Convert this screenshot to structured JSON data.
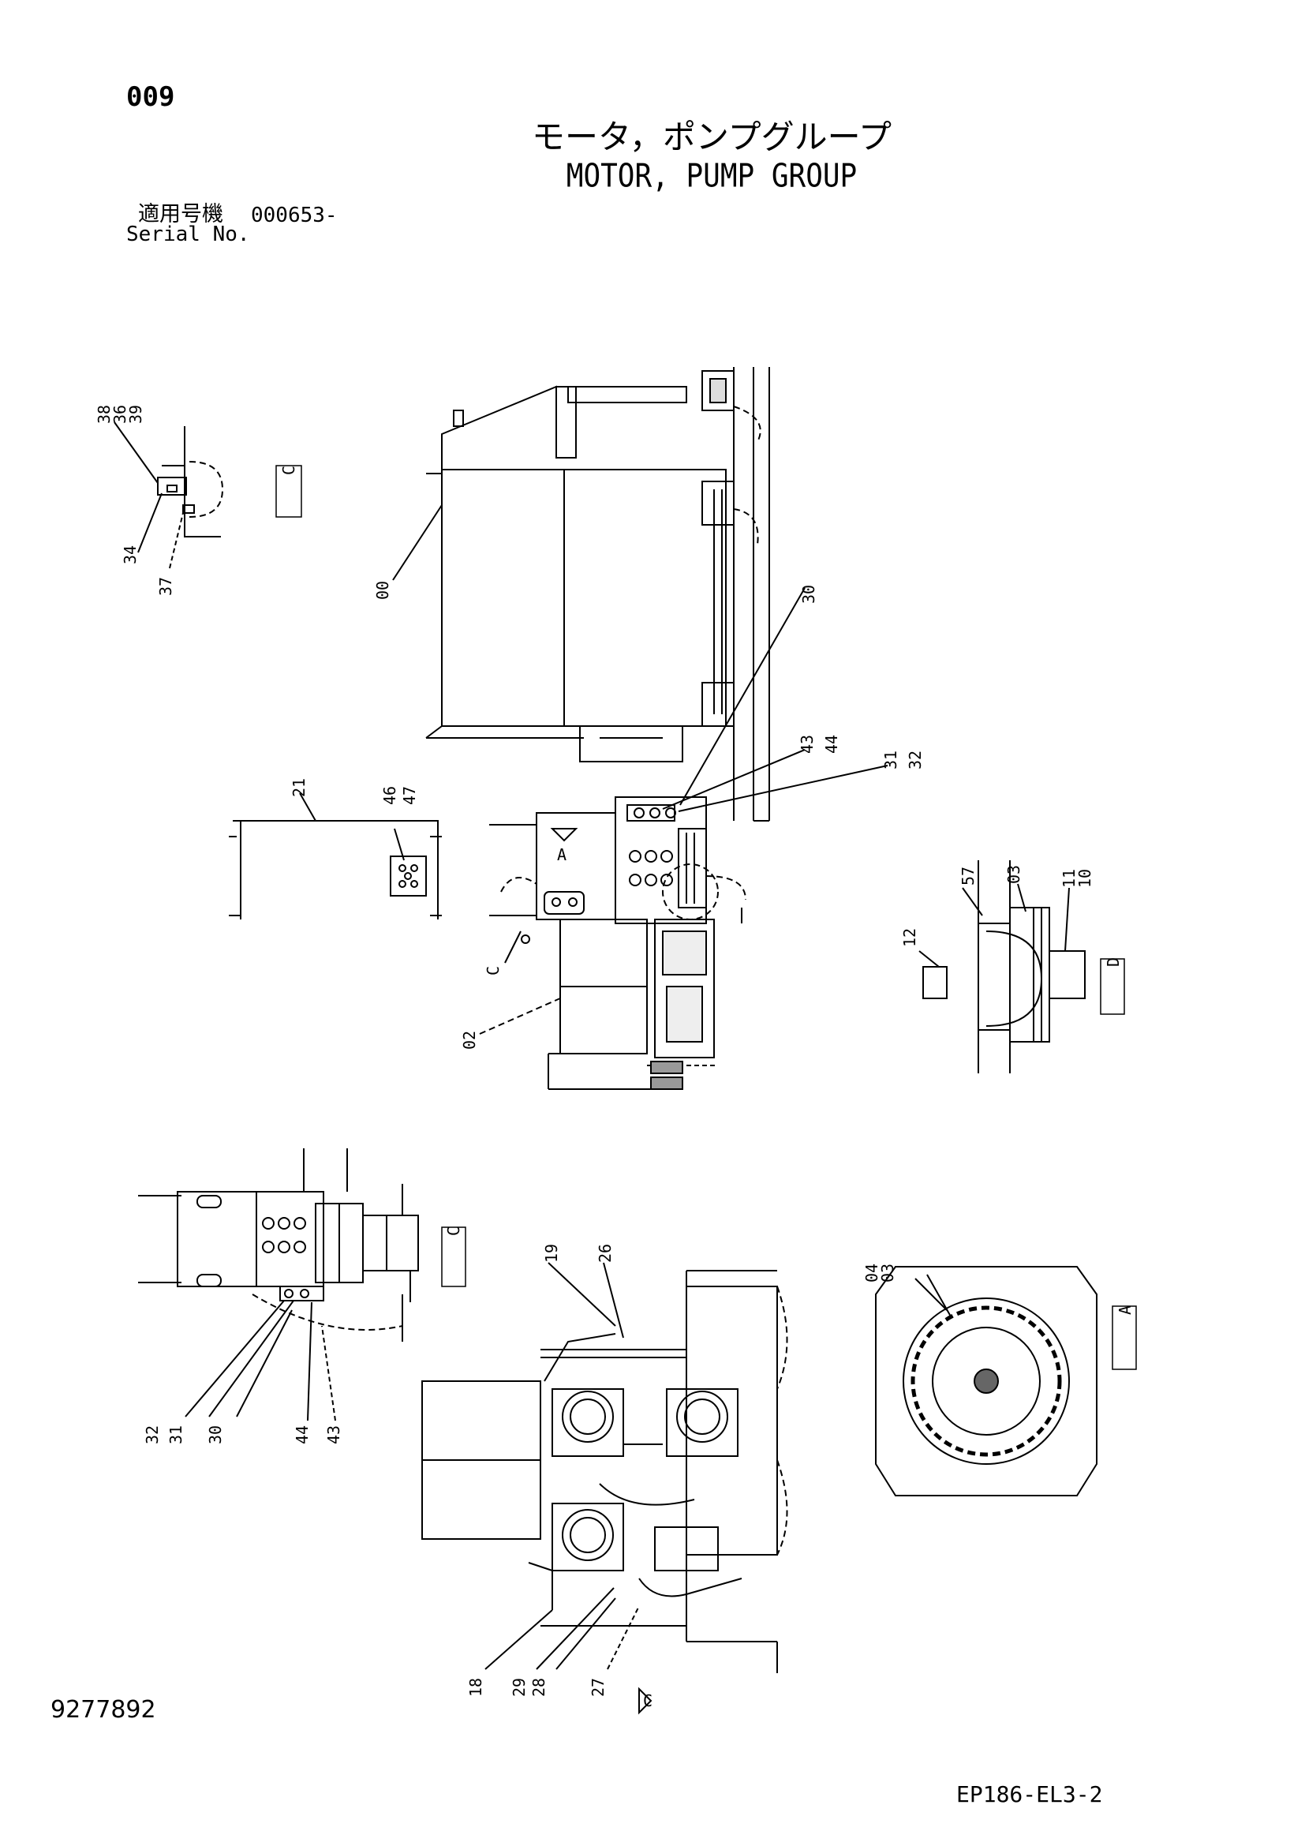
{
  "header": {
    "page_number": "009",
    "title_jp": "モータ，ポンプグループ",
    "title_en": "MOTOR, PUMP GROUP",
    "serial_label_jp": "適用号機",
    "serial_value": "000653-",
    "serial_label_en": "Serial No."
  },
  "footer": {
    "document_number": "9277892",
    "sheet_code": "EP186-EL3-2"
  },
  "callouts": {
    "c38": "38",
    "c36": "36",
    "c39": "39",
    "c34": "34",
    "c37": "37",
    "c00": "00",
    "c30": "30",
    "c43": "43",
    "c44": "44",
    "c31": "31",
    "c32": "32",
    "c21": "21",
    "c46": "46",
    "c47": "47",
    "cC": "C",
    "c02": "02",
    "c12": "12",
    "c57": "57",
    "c03": "03",
    "c11": "11",
    "c10": "10",
    "c19": "19",
    "c26": "26",
    "c32b": "32",
    "c31b": "31",
    "c30b": "30",
    "c44b": "44",
    "c43b": "43",
    "c04": "04",
    "c03b": "03",
    "c18": "18",
    "c29": "29",
    "c28": "28",
    "c27": "27"
  },
  "view_labels": {
    "view_c_top": "C",
    "view_d_right": "D",
    "view_c_mid": "C",
    "view_a_right": "A"
  }
}
